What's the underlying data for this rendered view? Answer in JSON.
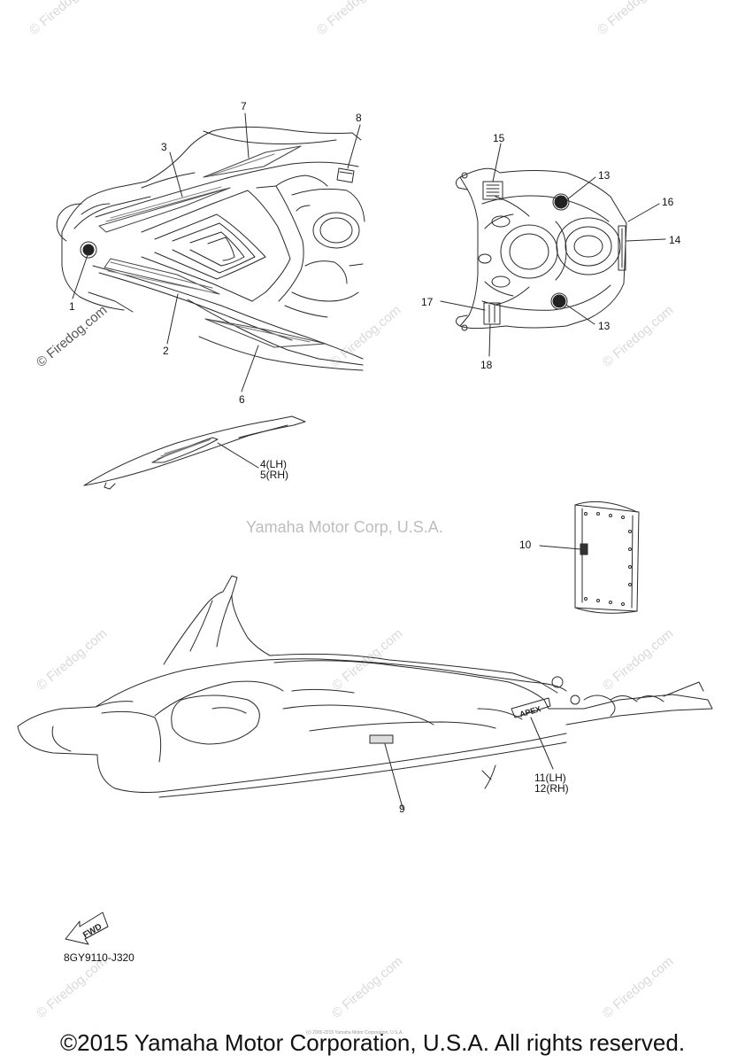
{
  "callouts": {
    "c1": "1",
    "c2": "2",
    "c3": "3",
    "c45": "4(LH)\n5(RH)",
    "c6": "6",
    "c7": "7",
    "c8": "8",
    "c9": "9",
    "c10": "10",
    "c1112": "11(LH)\n12(RH)",
    "c13a": "13",
    "c13b": "13",
    "c14": "14",
    "c15": "15",
    "c16": "16",
    "c17": "17",
    "c18": "18"
  },
  "watermark": {
    "site": "© Firedog.com",
    "center": "Yamaha Motor Corp, U.S.A."
  },
  "decal_text": {
    "apex": "APEX",
    "fwd": "FWD"
  },
  "diagram_code": "8GY9110-J320",
  "tiny_note": "(c) 2005-2015 Yamaha Motor Corporation, U.S.A.",
  "footer": "©2015 Yamaha Motor Corporation, U.S.A. All rights reserved.",
  "colors": {
    "line": "#2a2a2a",
    "watermark": "#d9d9d9"
  }
}
